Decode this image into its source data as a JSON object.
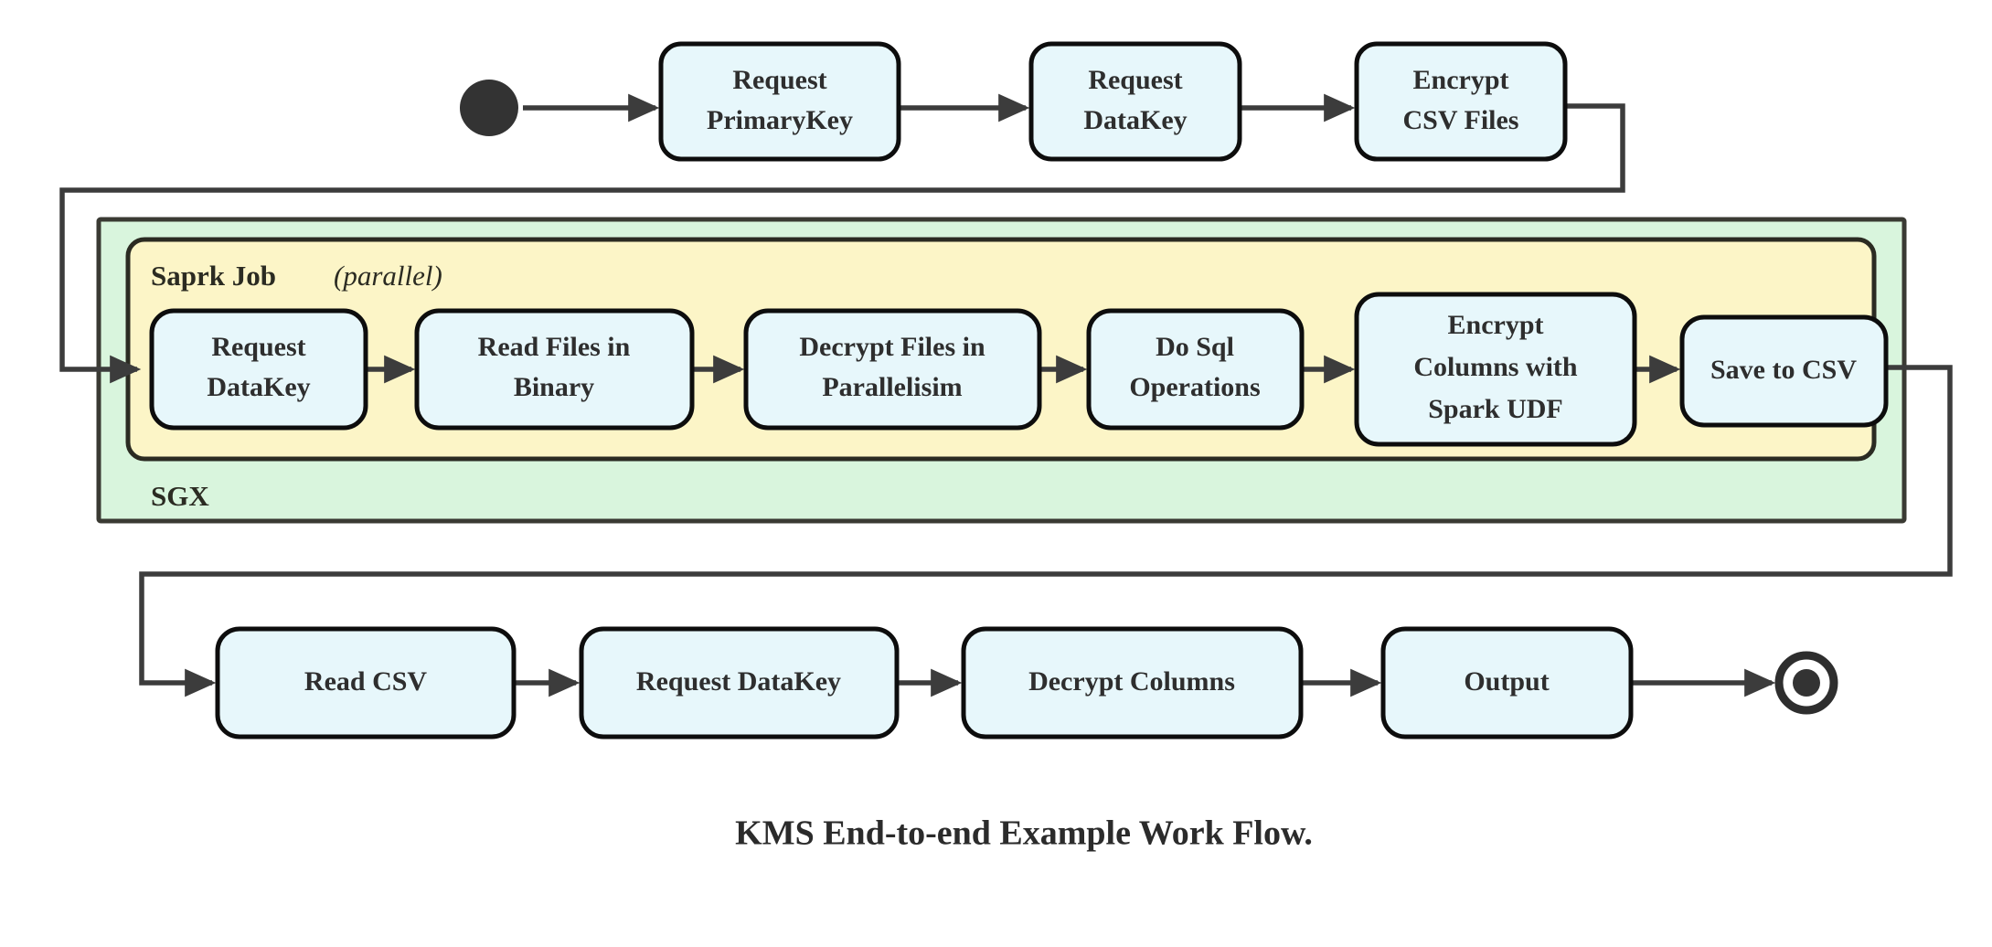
{
  "diagram": {
    "title": "KMS End-to-end Example Work Flow.",
    "colors": {
      "node_fill": "#e7f7fb",
      "node_stroke": "#0d0d0d",
      "sgx_fill": "#d9f5dd",
      "spark_fill": "#fcf5c7",
      "line": "#3c3c3c",
      "text": "#2e2e2e",
      "background": "#ffffff"
    },
    "start_node": {
      "name": "start-node",
      "shape": "filled-circle"
    },
    "end_node": {
      "name": "end-node",
      "shape": "ring-with-filled-circle"
    },
    "groups": {
      "sgx": {
        "label": "SGX"
      },
      "spark": {
        "label_bold": "Saprk Job",
        "label_italic": "(parallel)"
      }
    },
    "rows": {
      "top": [
        {
          "id": "request-primarykey",
          "line1": "Request",
          "line2": "PrimaryKey"
        },
        {
          "id": "request-datakey-top",
          "line1": "Request",
          "line2": "DataKey"
        },
        {
          "id": "encrypt-csv-files",
          "line1": "Encrypt",
          "line2": "CSV Files"
        }
      ],
      "spark": [
        {
          "id": "request-datakey-spark",
          "line1": "Request",
          "line2": "DataKey",
          "line3": ""
        },
        {
          "id": "read-files-in-binary",
          "line1": "Read Files in",
          "line2": "Binary",
          "line3": ""
        },
        {
          "id": "decrypt-files-in-parallelisim",
          "line1": "Decrypt Files in",
          "line2": "Parallelisim",
          "line3": ""
        },
        {
          "id": "do-sql-operations",
          "line1": "Do Sql",
          "line2": "Operations",
          "line3": ""
        },
        {
          "id": "encrypt-columns-with-spark-udf",
          "line1": "Encrypt",
          "line2": "Columns with",
          "line3": "Spark UDF"
        },
        {
          "id": "save-to-csv",
          "line1": "Save to CSV",
          "line2": "",
          "line3": ""
        }
      ],
      "bottom": [
        {
          "id": "read-csv",
          "line1": "Read CSV",
          "line2": ""
        },
        {
          "id": "request-datakey-bottom",
          "line1": "Request DataKey",
          "line2": ""
        },
        {
          "id": "decrypt-columns",
          "line1": "Decrypt Columns",
          "line2": ""
        },
        {
          "id": "output",
          "line1": "Output",
          "line2": ""
        }
      ]
    }
  }
}
